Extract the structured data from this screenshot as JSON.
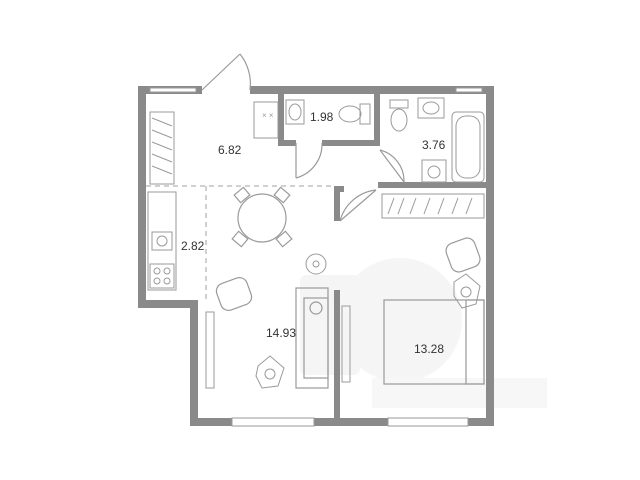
{
  "colors": {
    "wall": "#8a8a8a",
    "line": "#9a9a9a",
    "dashed": "#a0a0a0",
    "text": "#333333",
    "watermark": "#eeeeee"
  },
  "rooms": [
    {
      "id": "hall",
      "area": "6.82"
    },
    {
      "id": "wc",
      "area": "1.98"
    },
    {
      "id": "bathroom",
      "area": "3.76"
    },
    {
      "id": "kitchen",
      "area": "2.82"
    },
    {
      "id": "living",
      "area": "14.93"
    },
    {
      "id": "bedroom",
      "area": "13.28"
    }
  ],
  "icons": [
    "door-icon",
    "toilet-icon",
    "sink-icon",
    "bathtub-icon",
    "washing-machine-icon",
    "stove-icon",
    "dining-table-icon",
    "armchair-icon",
    "sofa-icon",
    "bed-icon",
    "plant-icon",
    "wardrobe-icon",
    "logo-watermark"
  ]
}
